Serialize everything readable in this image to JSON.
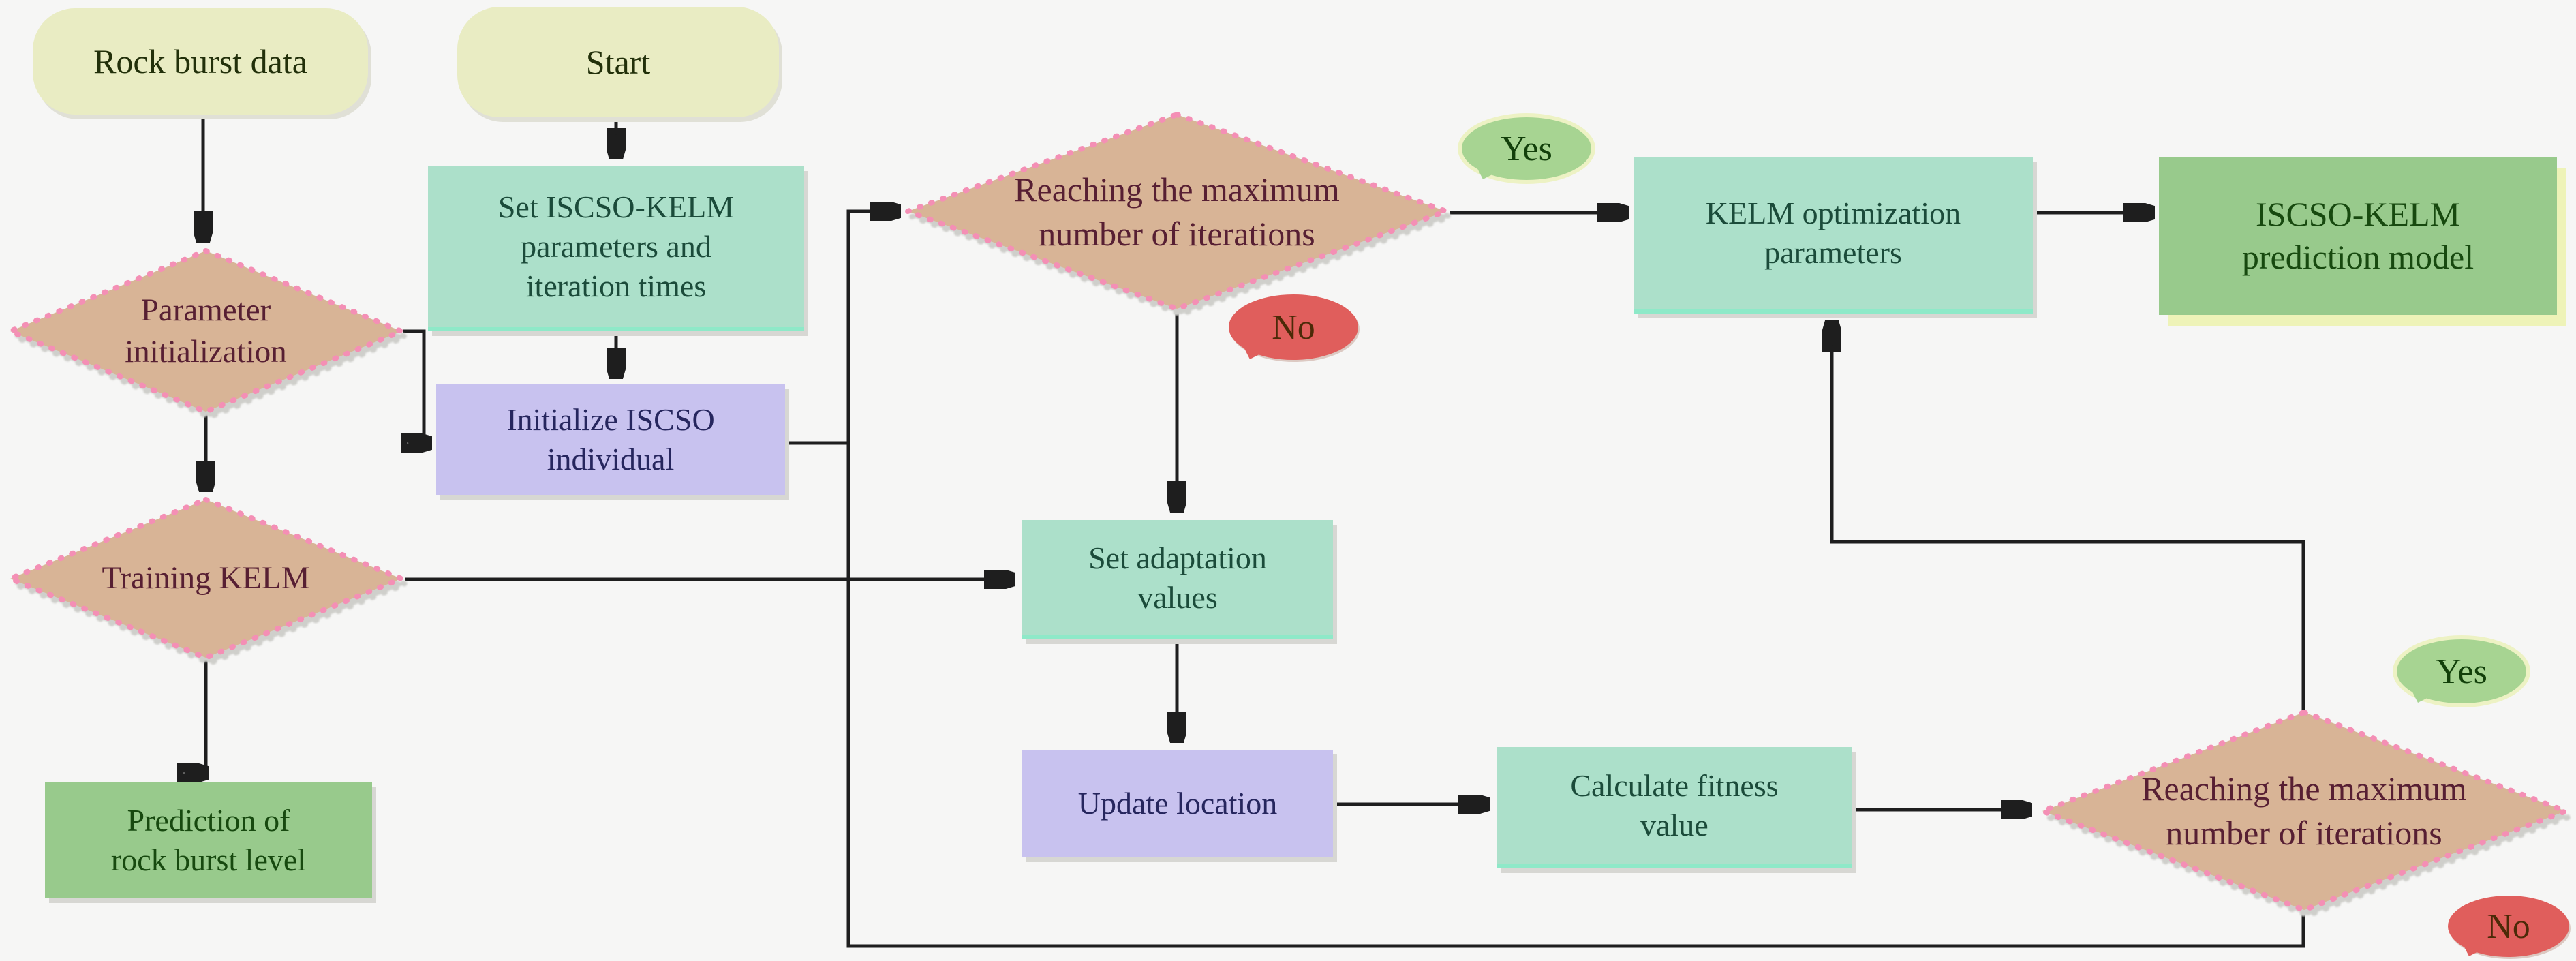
{
  "diagram": {
    "type": "flowchart",
    "subject": "ISCSO-KELM rock burst prediction model workflow"
  },
  "nodes": {
    "rock_burst_data": {
      "label": "Rock burst data",
      "shape": "terminal"
    },
    "start": {
      "label": "Start",
      "shape": "terminal"
    },
    "set_parameters": {
      "label": "Set ISCSO-KELM\nparameters and\niteration times",
      "shape": "process"
    },
    "parameter_initialization": {
      "label": "Parameter\ninitialization",
      "shape": "decision"
    },
    "initialize_iscso_individual": {
      "label": "Initialize ISCSO\nindividual",
      "shape": "process"
    },
    "reaching_max_iterations_1": {
      "label": "Reaching the maximum\nnumber of iterations",
      "shape": "decision"
    },
    "yes_1": {
      "label": "Yes"
    },
    "no_1": {
      "label": "No"
    },
    "kelm_optimization_parameters": {
      "label": "KELM optimization\nparameters",
      "shape": "process"
    },
    "iscso_kelm_prediction_model": {
      "label": "ISCSO-KELM\nprediction model",
      "shape": "process"
    },
    "training_kelm": {
      "label": "Training KELM",
      "shape": "decision"
    },
    "set_adaptation_values": {
      "label": "Set adaptation\nvalues",
      "shape": "process"
    },
    "update_location": {
      "label": "Update location",
      "shape": "process"
    },
    "calculate_fitness_value": {
      "label": "Calculate fitness\nvalue",
      "shape": "process"
    },
    "prediction_of_rock_burst_level": {
      "label": "Prediction of\nrock burst level",
      "shape": "process"
    },
    "reaching_max_iterations_2": {
      "label": "Reaching the maximum\nnumber of iterations",
      "shape": "decision"
    },
    "yes_2": {
      "label": "Yes"
    },
    "no_2": {
      "label": "No"
    }
  },
  "edges": [
    {
      "from": "rock_burst_data",
      "to": "parameter_initialization"
    },
    {
      "from": "start",
      "to": "set_parameters"
    },
    {
      "from": "set_parameters",
      "to": "initialize_iscso_individual"
    },
    {
      "from": "parameter_initialization",
      "to": "initialize_iscso_individual"
    },
    {
      "from": "parameter_initialization",
      "to": "training_kelm"
    },
    {
      "from": "initialize_iscso_individual",
      "to": "reaching_max_iterations_1"
    },
    {
      "from": "reaching_max_iterations_1",
      "to": "kelm_optimization_parameters",
      "label": "Yes"
    },
    {
      "from": "reaching_max_iterations_1",
      "to": "set_adaptation_values",
      "label": "No"
    },
    {
      "from": "kelm_optimization_parameters",
      "to": "iscso_kelm_prediction_model"
    },
    {
      "from": "training_kelm",
      "to": "set_adaptation_values"
    },
    {
      "from": "training_kelm",
      "to": "prediction_of_rock_burst_level"
    },
    {
      "from": "set_adaptation_values",
      "to": "update_location"
    },
    {
      "from": "update_location",
      "to": "calculate_fitness_value"
    },
    {
      "from": "calculate_fitness_value",
      "to": "reaching_max_iterations_2"
    },
    {
      "from": "reaching_max_iterations_2",
      "to": "kelm_optimization_parameters",
      "label": "Yes"
    },
    {
      "from": "reaching_max_iterations_2",
      "to": "reaching_max_iterations_1",
      "label": "No"
    }
  ],
  "colors": {
    "background": "#f6f6f5",
    "terminal_fill": "#e9ecc3",
    "terminal_text": "#22300a",
    "process_teal_fill": "#ace0ca",
    "process_teal_text": "#1b4b3a",
    "process_lavender_fill": "#c8c2ef",
    "process_lavender_text": "#26265e",
    "process_green_fill": "#98ca8c",
    "process_green_text": "#17490f",
    "green_box_glow": "#eef3b8",
    "decision_fill": "#d8b496",
    "decision_border": "#f48fb5",
    "decision_text": "#571f33",
    "yes_bubble_fill": "#a7d492",
    "yes_bubble_text": "#123f0a",
    "no_bubble_fill": "#e05e5c",
    "no_bubble_text": "#4c2a08",
    "arrow": "#1e1e1e"
  }
}
